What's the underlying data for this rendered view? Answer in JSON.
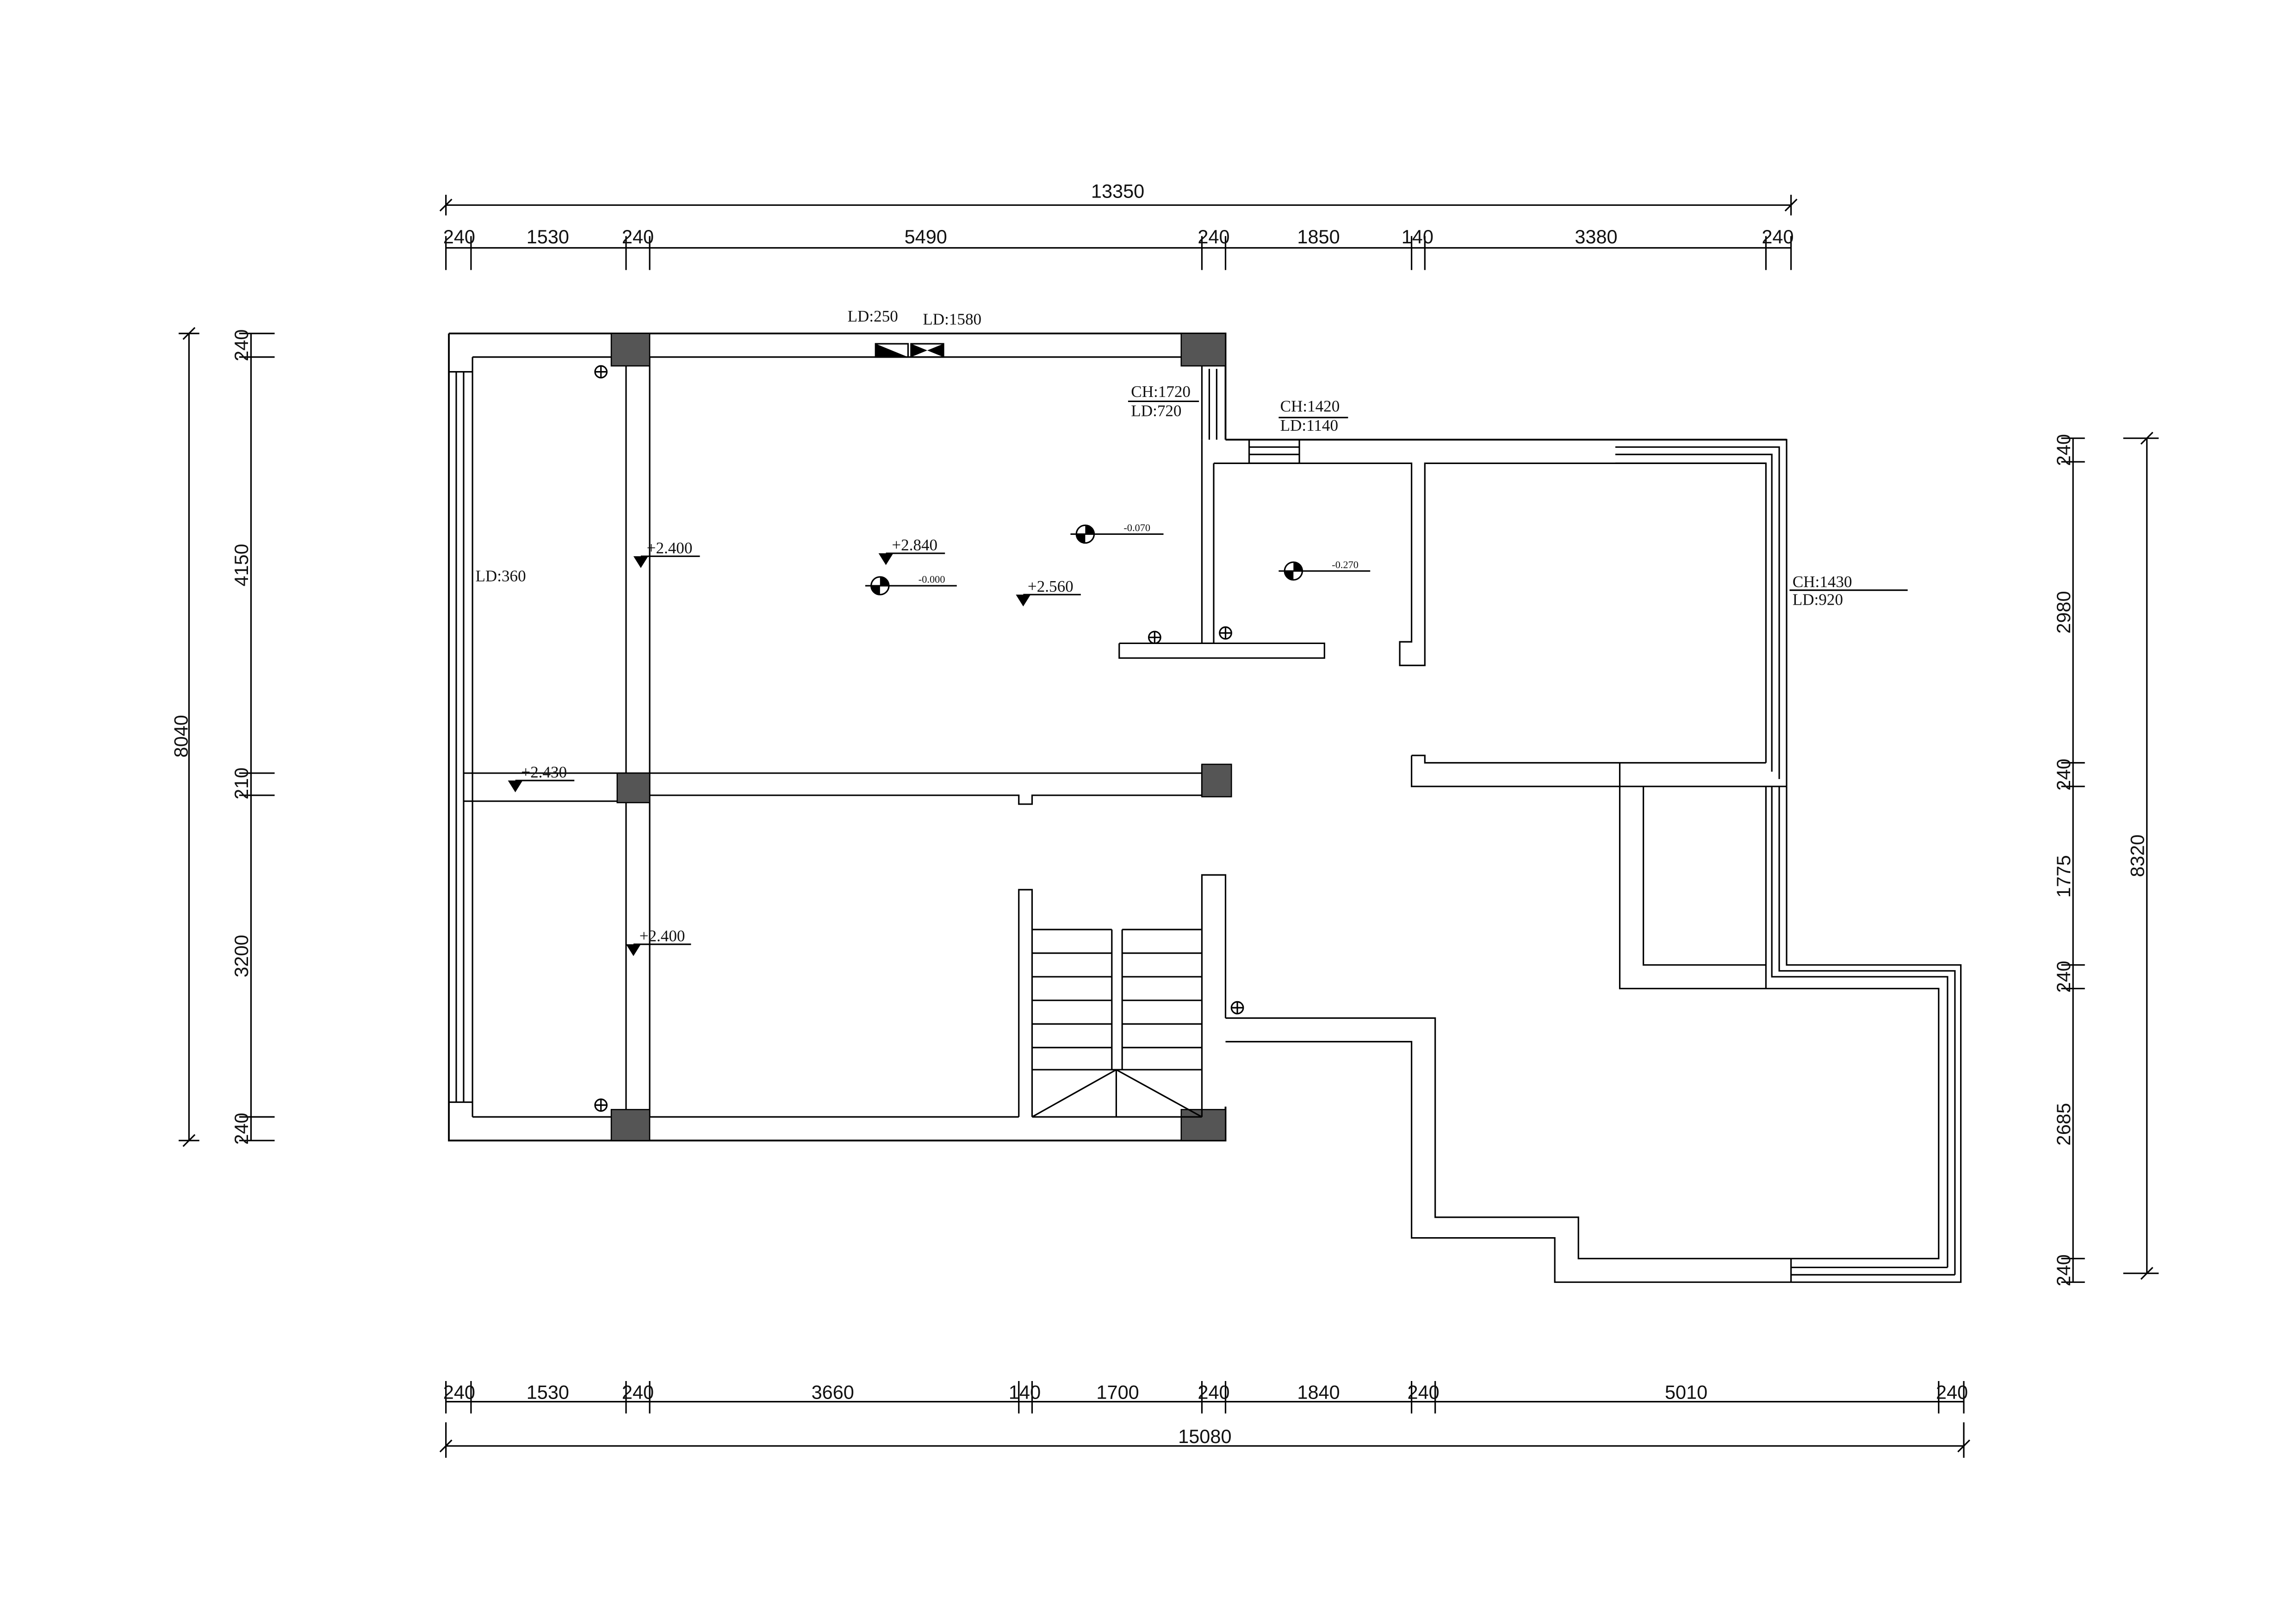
{
  "top_dims": {
    "overall": "13350",
    "segments": [
      "240",
      "1530",
      "240",
      "5490",
      "240",
      "1850",
      "140",
      "3380",
      "240"
    ]
  },
  "bottom_dims": {
    "overall": "15080",
    "segments": [
      "240",
      "1530",
      "240",
      "3660",
      "140",
      "1700",
      "240",
      "1840",
      "240",
      "5010",
      "240"
    ]
  },
  "left_dims": {
    "overall": "8040",
    "segments": [
      "240",
      "4150",
      "210",
      "3200",
      "240"
    ]
  },
  "right_dims": {
    "overall": "8320",
    "segments": [
      "240",
      "2980",
      "240",
      "1775",
      "240",
      "2685",
      "240"
    ]
  },
  "notes": {
    "ld250": "LD:250",
    "ld1580": "LD:1580",
    "ch1720": "CH:1720",
    "ld720": "LD:720",
    "ch1420": "CH:1420",
    "ld1140": "LD:1140",
    "ld360": "LD:360",
    "ch1430": "CH:1430",
    "ld920": "LD:920"
  },
  "levels": {
    "l2400a": "+2.400",
    "l2840": "+2.840",
    "l0000": "-0.000",
    "l2560": "+2.560",
    "l0070": "-0.070",
    "l0270": "-0.270",
    "l2430": "+2.430",
    "l2400b": "+2.400"
  }
}
